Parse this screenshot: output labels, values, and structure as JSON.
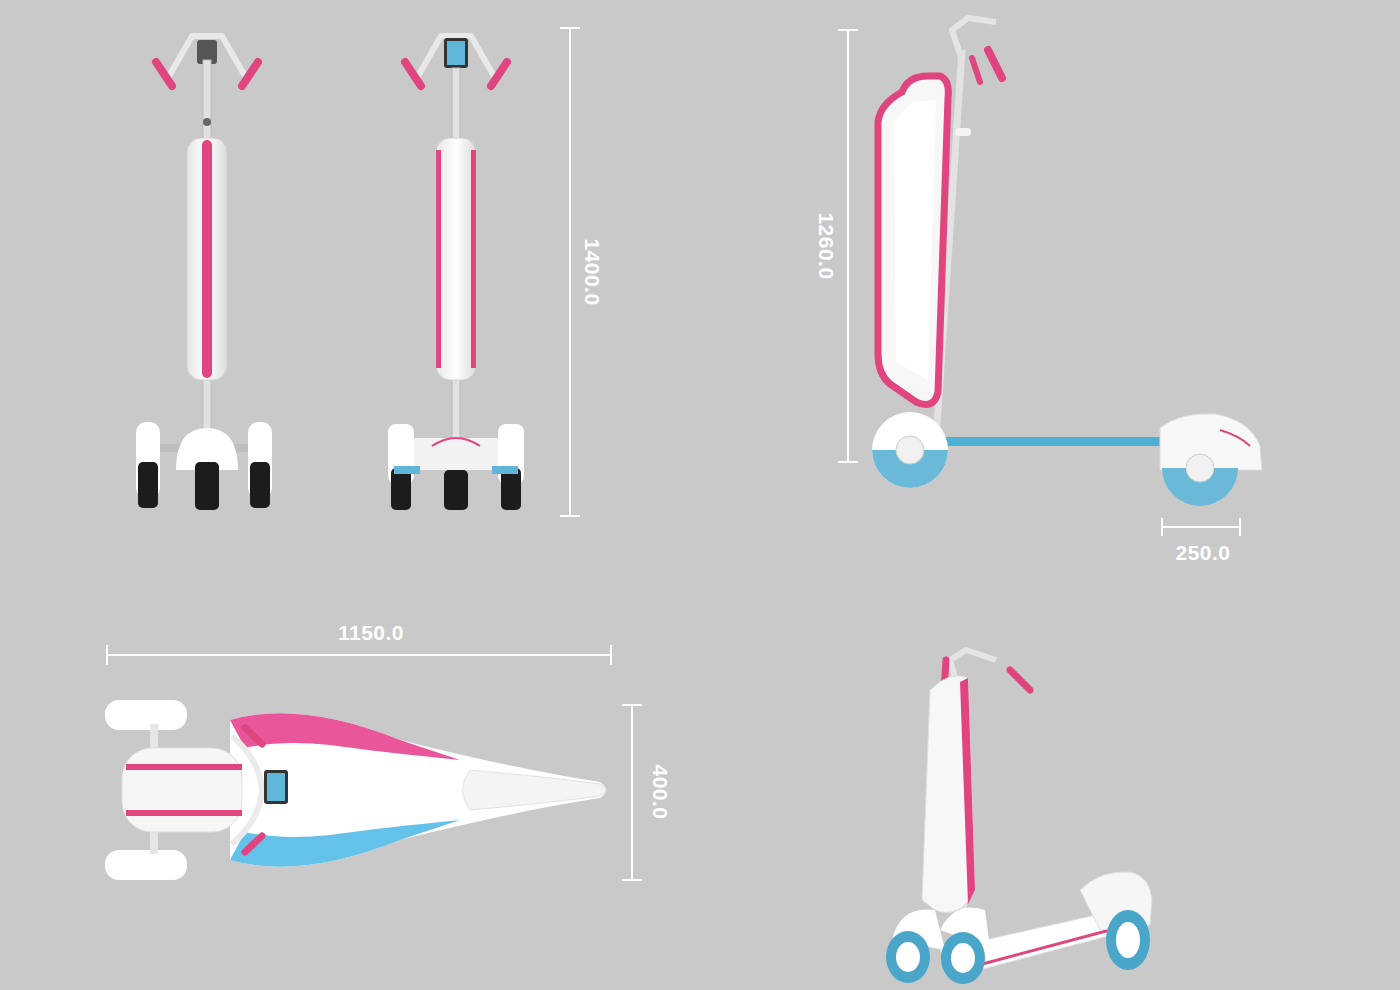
{
  "diagram": {
    "labels": [
      "1400.0",
      "1260.0",
      "250.0",
      "1150.0",
      "400.0"
    ]
  }
}
